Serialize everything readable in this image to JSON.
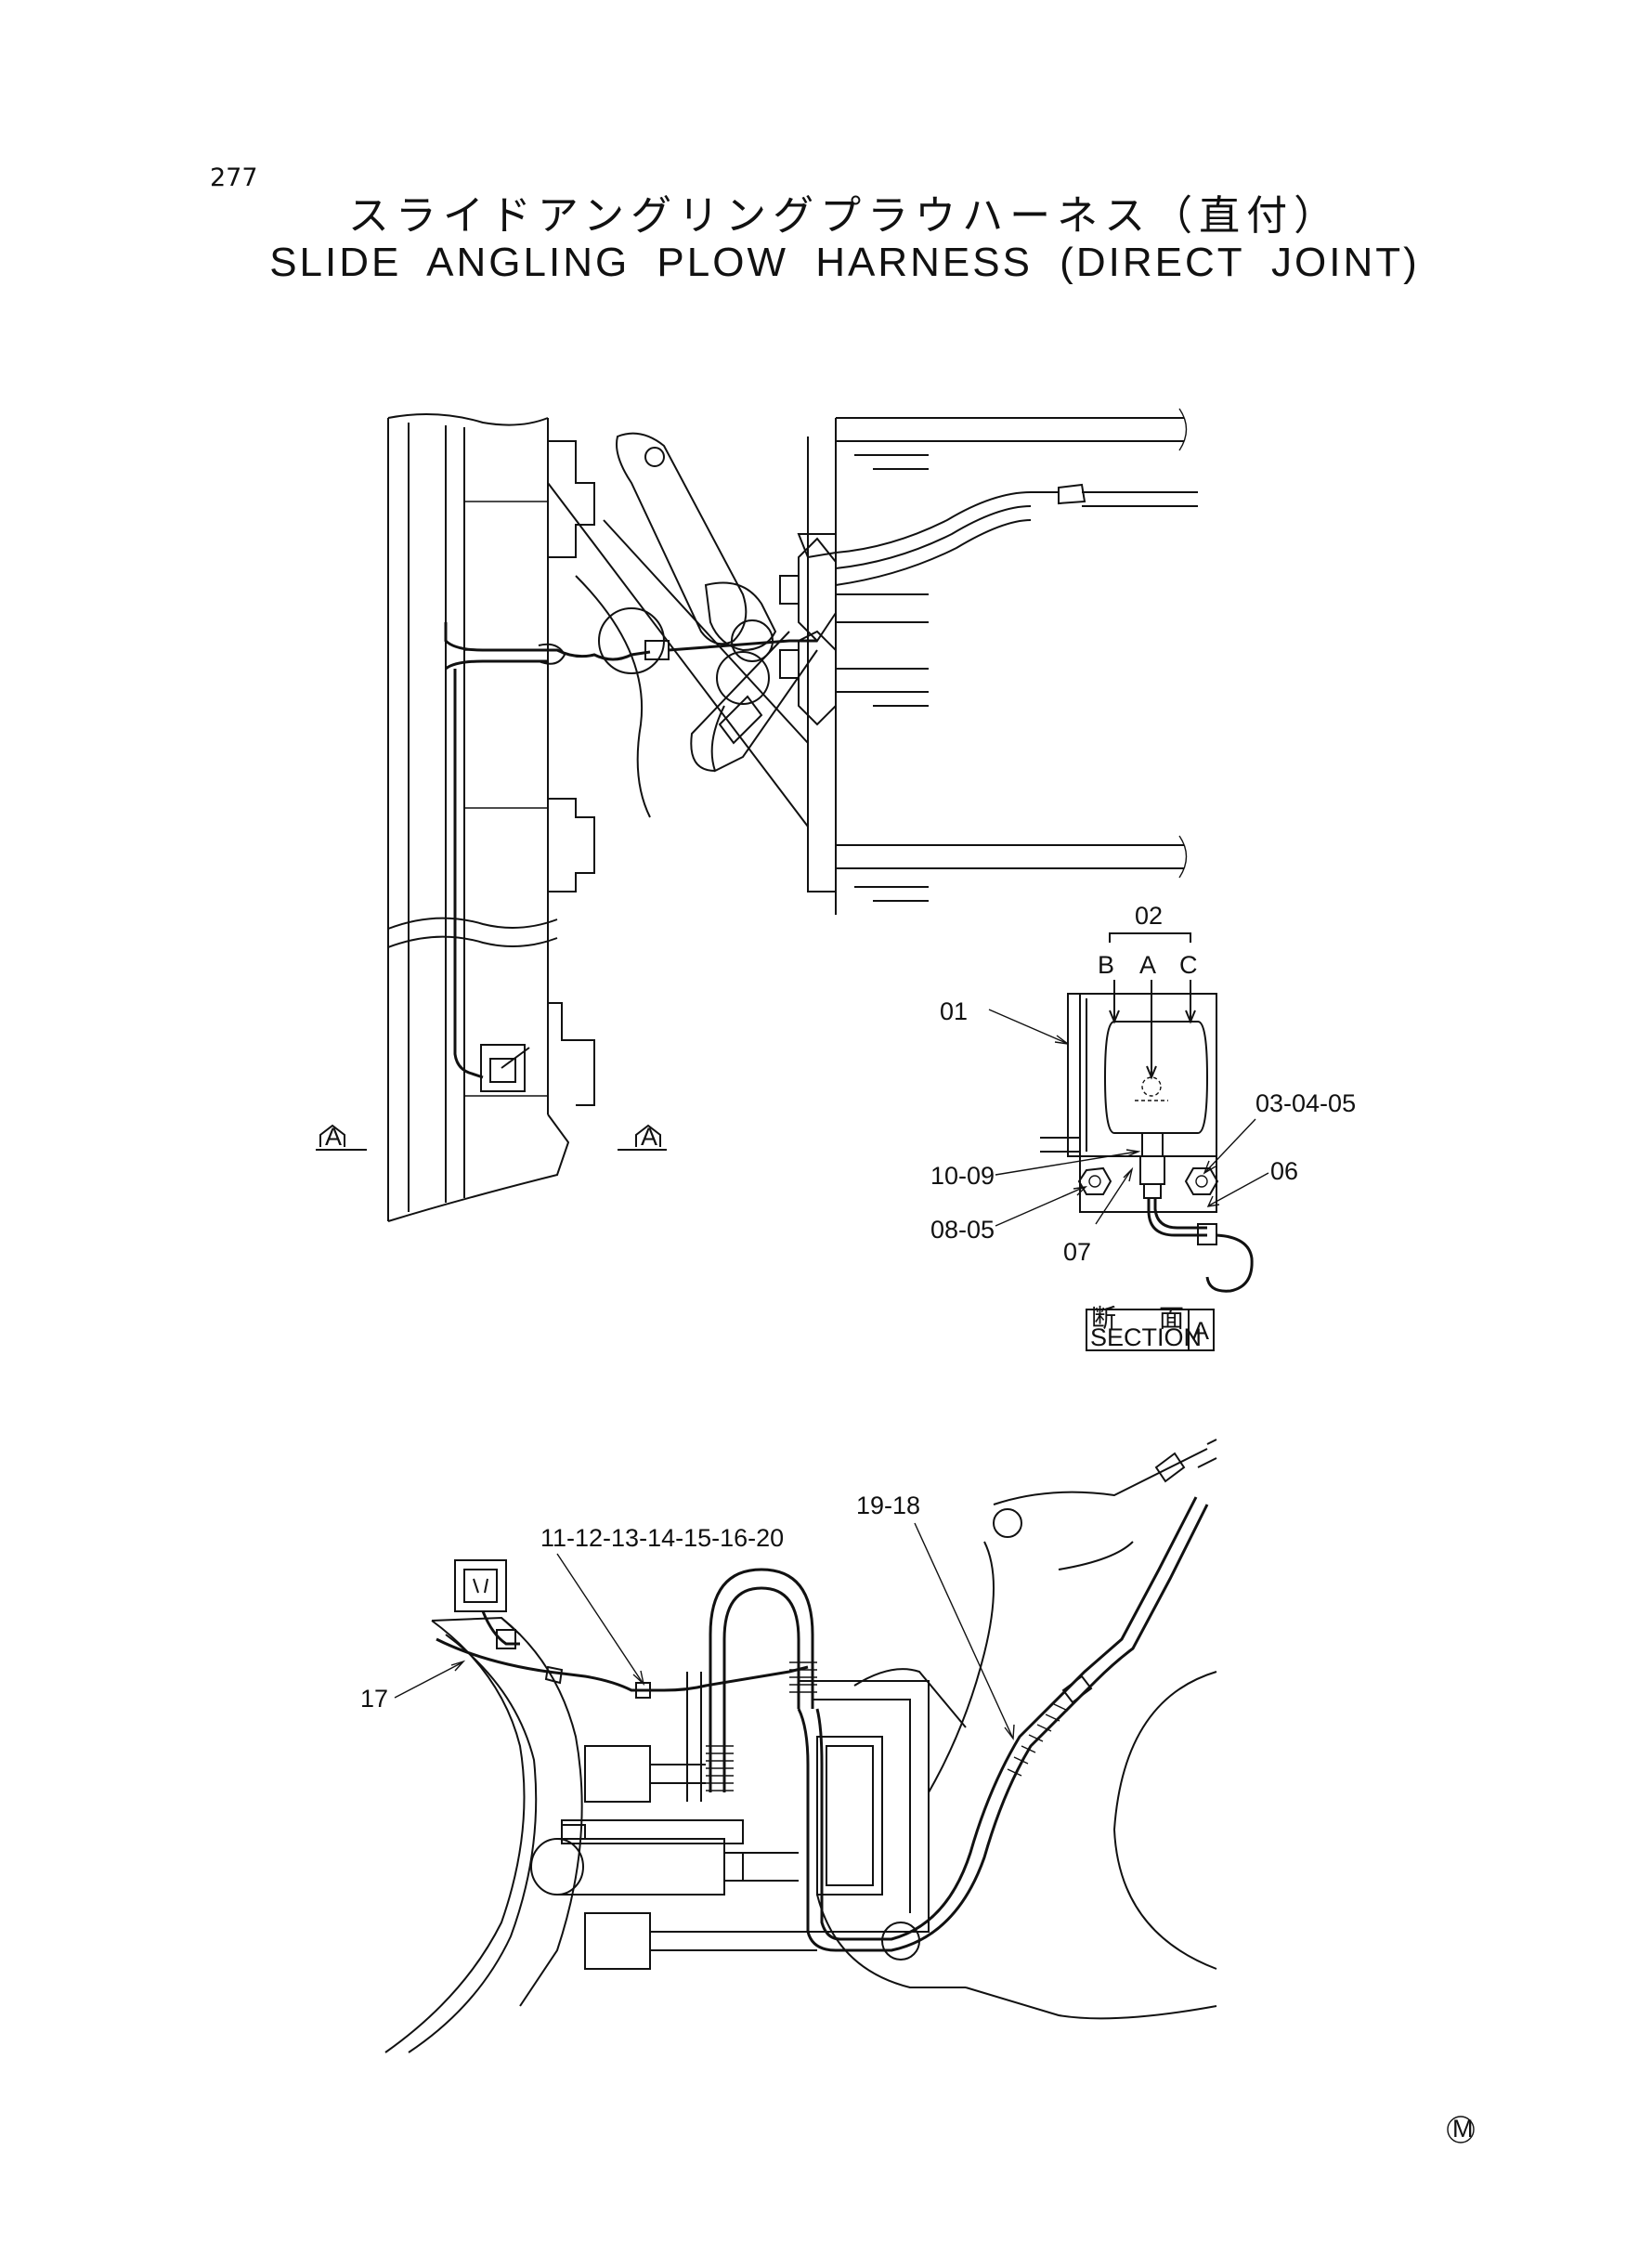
{
  "page_number": "277",
  "title_jp": "スライドアングリングプラウハーネス（直付）",
  "title_en": "SLIDE ANGLING PLOW HARNESS (DIRECT JOINT)",
  "section_view_markers": [
    "A",
    "A"
  ],
  "section_a_callouts": {
    "c02": "02",
    "pin_b": "B",
    "pin_a": "A",
    "pin_c": "C",
    "c01": "01",
    "c03_04_05": "03-04-05",
    "c10_09": "10-09",
    "c06": "06",
    "c08_05": "08-05",
    "c07": "07"
  },
  "section_label": {
    "kanji_1": "断",
    "kanji_2": "面",
    "word": "SECTION",
    "letter": "A"
  },
  "lower_callouts": {
    "c11_20": "11-12-13-14-15-16-20",
    "c19_18": "19-18",
    "c17": "17"
  },
  "corner_mark": "M"
}
